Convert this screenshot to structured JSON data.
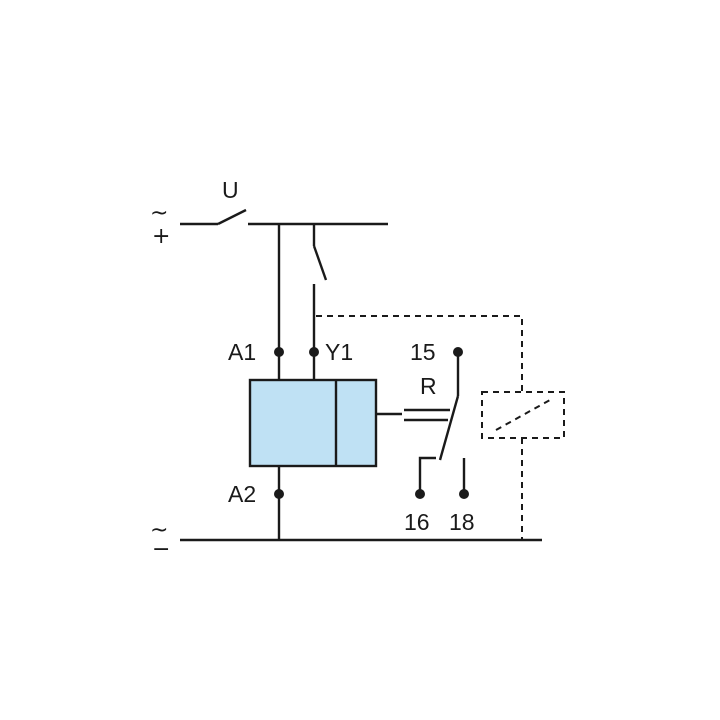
{
  "diagram": {
    "supply_top_symbol": "~",
    "supply_top_sign": "+",
    "supply_bottom_symbol": "~",
    "supply_bottom_sign": "−",
    "switch_label": "U",
    "terminal_a1": "A1",
    "terminal_y1": "Y1",
    "terminal_a2": "A2",
    "contact_15": "15",
    "contact_16": "16",
    "contact_18": "18",
    "relay_label": "R"
  },
  "colors": {
    "relay_fill": "#bfe1f4",
    "line": "#1a1a1a"
  }
}
